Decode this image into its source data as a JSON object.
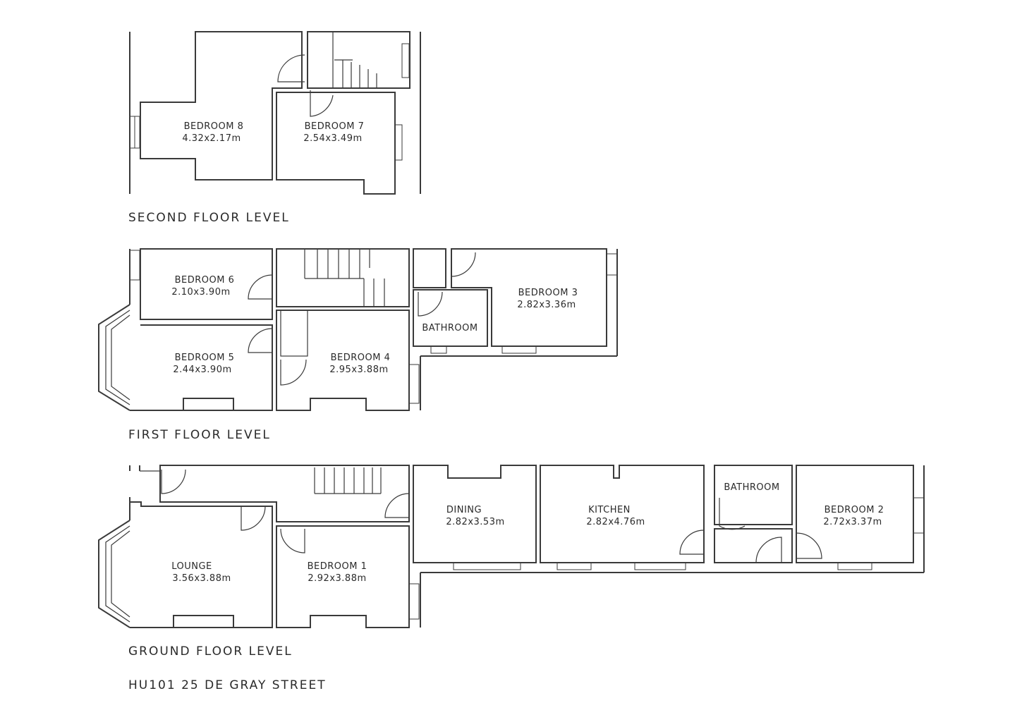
{
  "levels": {
    "second": "SECOND FLOOR LEVEL",
    "first": "FIRST FLOOR LEVEL",
    "ground": "GROUND FLOOR LEVEL"
  },
  "address": "HU101 25 DE GRAY STREET",
  "rooms": {
    "bedroom8": {
      "name": "BEDROOM 8",
      "size": "4.32x2.17m"
    },
    "bedroom7": {
      "name": "BEDROOM 7",
      "size": "2.54x3.49m"
    },
    "bedroom6": {
      "name": "BEDROOM 6",
      "size": "2.10x3.90m"
    },
    "bedroom5": {
      "name": "BEDROOM 5",
      "size": "2.44x3.90m"
    },
    "bedroom4": {
      "name": "BEDROOM 4",
      "size": "2.95x3.88m"
    },
    "bedroom3": {
      "name": "BEDROOM 3",
      "size": "2.82x3.36m"
    },
    "bathroom_first": {
      "name": "BATHROOM"
    },
    "lounge": {
      "name": "LOUNGE",
      "size": "3.56x3.88m"
    },
    "bedroom1": {
      "name": "BEDROOM 1",
      "size": "2.92x3.88m"
    },
    "dining": {
      "name": "DINING",
      "size": "2.82x3.53m"
    },
    "kitchen": {
      "name": "KITCHEN",
      "size": "2.82x4.76m"
    },
    "bathroom_ground": {
      "name": "BATHROOM"
    },
    "bedroom2": {
      "name": "BEDROOM 2",
      "size": "2.72x3.37m"
    }
  }
}
